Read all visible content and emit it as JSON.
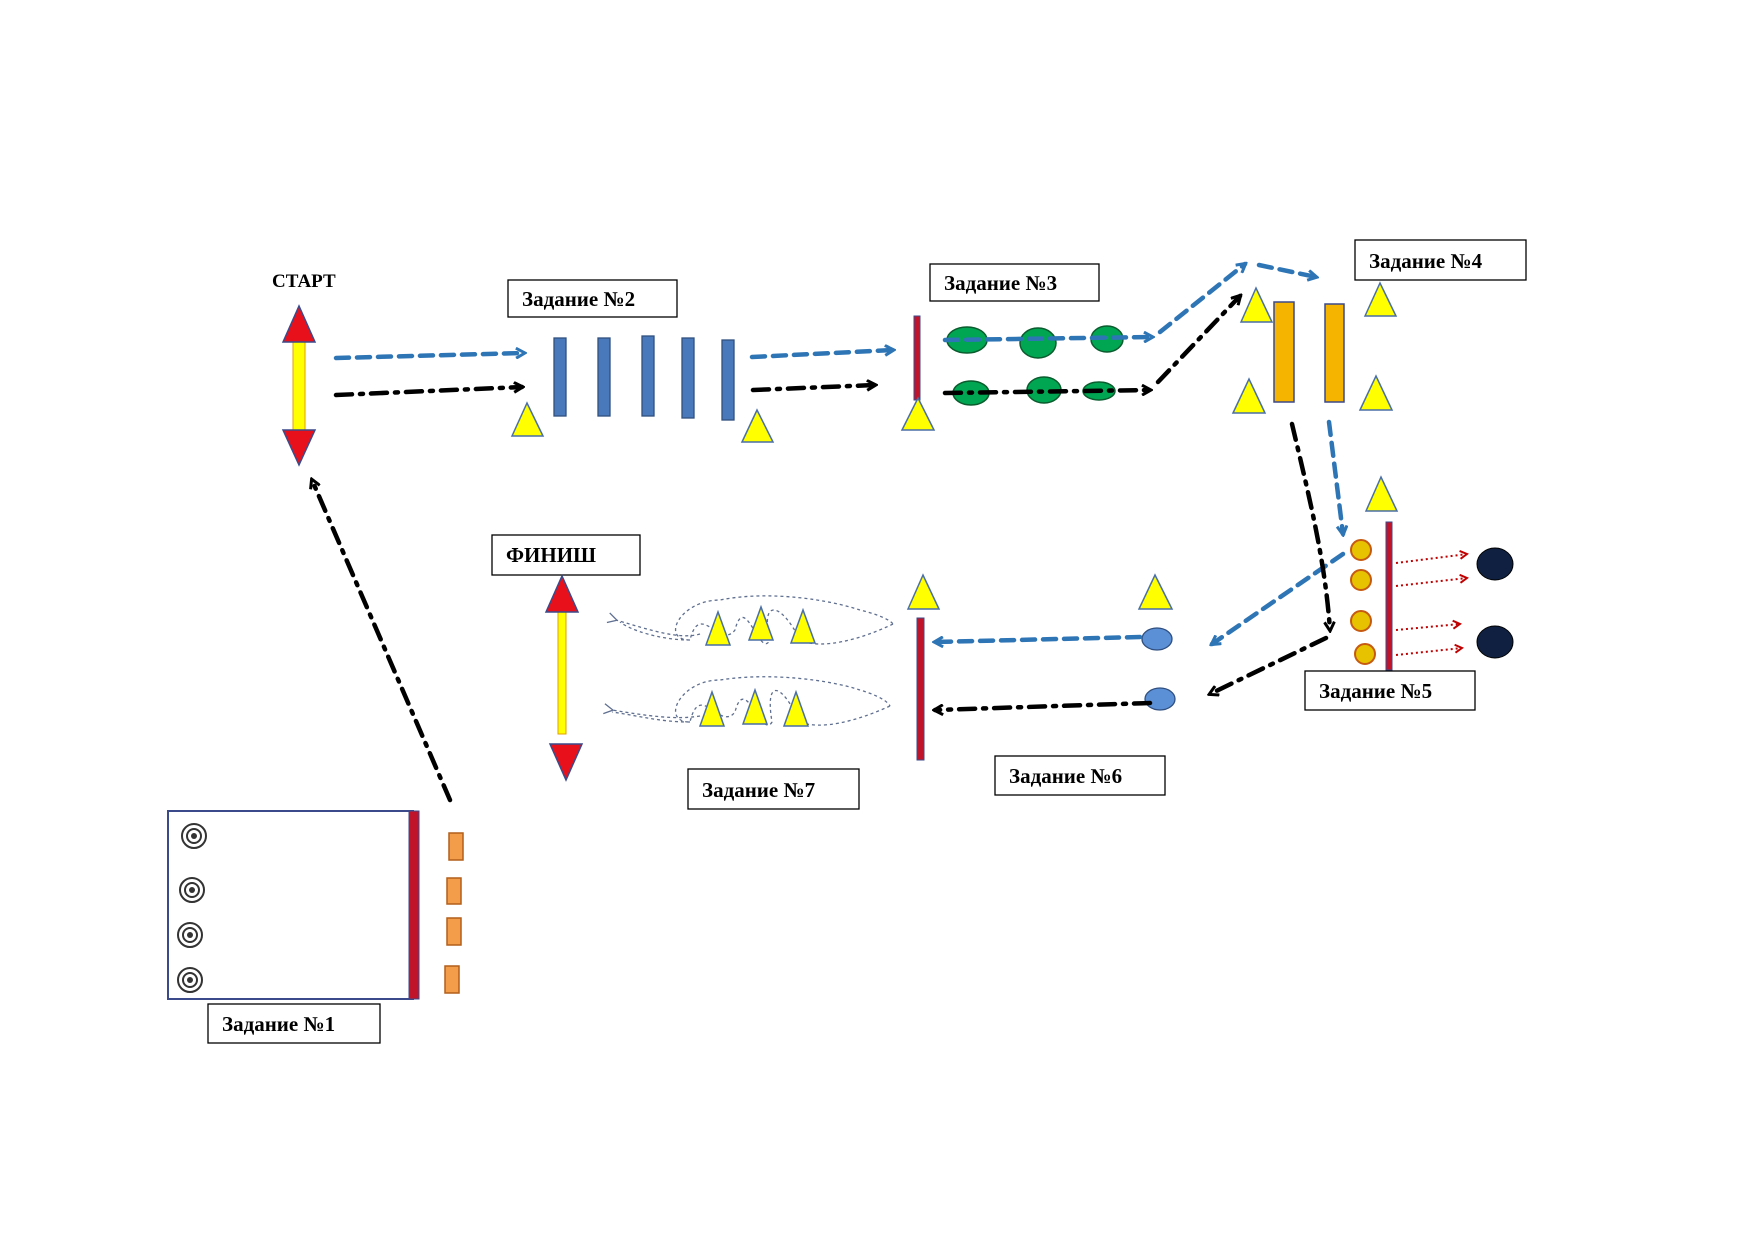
{
  "labels": {
    "start": "СТАРТ",
    "finish": "ФИНИШ",
    "task1": "Задание №1",
    "task2": "Задание №2",
    "task3": "Задание №3",
    "task4": "Задание №4",
    "task5": "Задание №5",
    "task6": "Задание №6",
    "task7": "Задание №7"
  },
  "colors": {
    "blue_route": "#2e75b6",
    "black_route": "#000000",
    "cone": "#ffff00",
    "start_finish_arrow": "#e8111b",
    "hurdle": "#4a79bb",
    "mat": "#f5b400",
    "green_ball": "#00a651",
    "line_red": "#c0142a"
  }
}
